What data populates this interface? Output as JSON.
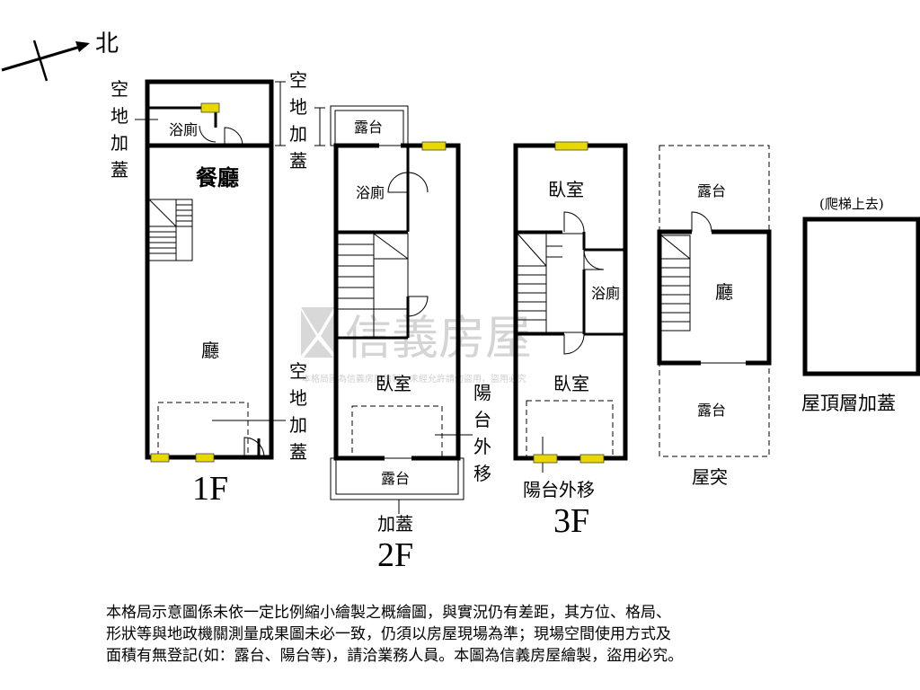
{
  "compass": {
    "north": "北"
  },
  "floors": {
    "f1": {
      "title": "1F",
      "rooms": {
        "bath": "浴廁",
        "dining": "餐廳",
        "living": "廳"
      },
      "annot_left": [
        "空",
        "地",
        "加",
        "蓋"
      ],
      "annot_right_bottom": [
        "空",
        "地",
        "加",
        "蓋"
      ]
    },
    "f2": {
      "title": "2F",
      "rooms": {
        "terrace_top": "露台",
        "bath": "浴廁",
        "bedroom": "臥室",
        "terrace_bottom": "露台"
      },
      "annot_top": [
        "空",
        "地",
        "加",
        "蓋"
      ],
      "annot_right": [
        "陽",
        "台",
        "外",
        "移"
      ],
      "annot_bottom": "加蓋"
    },
    "f3": {
      "title": "3F",
      "rooms": {
        "bedroom_top": "臥室",
        "bath": "浴廁",
        "bedroom_bottom": "臥室"
      },
      "annot_bottom": "陽台外移"
    },
    "roof": {
      "title": "屋突",
      "rooms": {
        "terrace_top": "露台",
        "hall": "廳",
        "terrace_bottom": "露台"
      }
    },
    "rooftop": {
      "caption": "(爬梯上去)",
      "title": "屋頂層加蓋"
    }
  },
  "watermark": {
    "brand": "信義房屋",
    "fine_print": "本格局圖為信義房屋繪製，未經允許請勿盜用，盜用必究"
  },
  "note_lines": [
    "本格局示意圖係未依一定比例縮小繪製之概繪圖，與實況仍有差距，其方位、格局、",
    "形狀等與地政機關測量成果圖未必一致，仍須以房屋現場為準；現場空間使用方式及",
    "面積有無登記(如：露台、陽台等)，請洽業務人員。本圖為信義房屋繪製，盜用必究。"
  ]
}
